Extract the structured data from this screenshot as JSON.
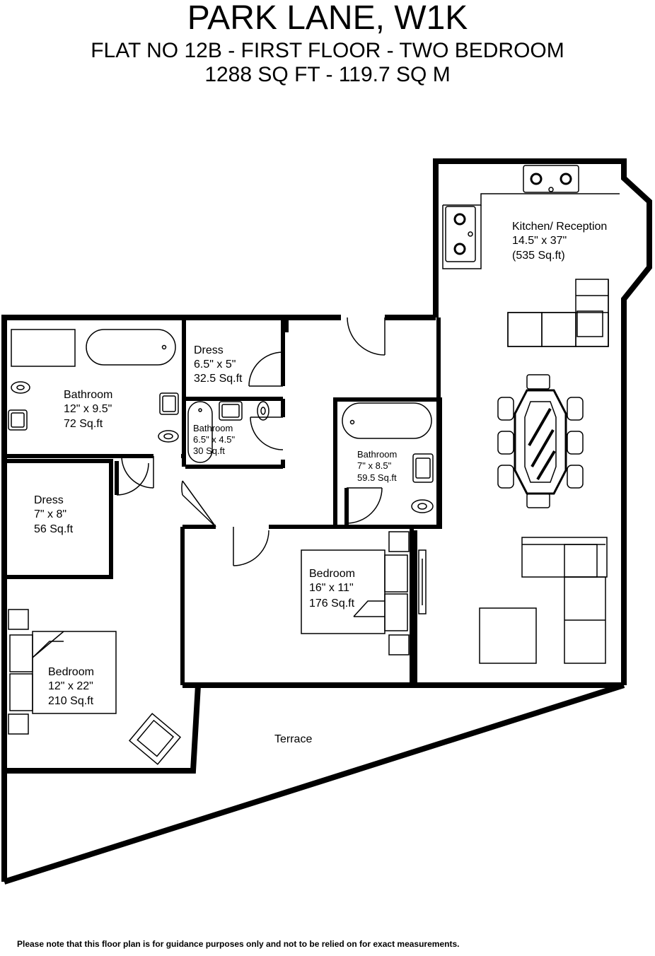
{
  "header": {
    "title": "PARK LANE, W1K",
    "subtitle": "FLAT NO 12B - FIRST FLOOR - TWO BEDROOM",
    "area": "1288 SQ FT - 119.7 SQ M"
  },
  "rooms": {
    "kitchen": {
      "name": "Kitchen/ Reception",
      "dims": "14.5\" x 37\"",
      "area": "(535 Sq.ft)"
    },
    "bathroom1": {
      "name": "Bathroom",
      "dims": "12\" x 9.5\"",
      "area": "72 Sq.ft"
    },
    "dress1": {
      "name": "Dress",
      "dims": "6.5\" x 5\"",
      "area": "32.5 Sq.ft"
    },
    "bathroom2": {
      "name": "Bathroom",
      "dims": "6.5\" x 4.5\"",
      "area": "30 Sq.ft"
    },
    "bathroom3": {
      "name": "Bathroom",
      "dims": "7\" x 8.5\"",
      "area": "59.5 Sq.ft"
    },
    "dress2": {
      "name": "Dress",
      "dims": "7\" x 8\"",
      "area": "56 Sq.ft"
    },
    "bedroom1": {
      "name": "Bedroom",
      "dims": "16\" x 11\"",
      "area": "176 Sq.ft"
    },
    "bedroom2": {
      "name": "Bedroom",
      "dims": "12\" x 22\"",
      "area": "210 Sq.ft"
    },
    "terrace": {
      "name": "Terrace"
    }
  },
  "disclaimer": "Please note that this floor plan is for guidance purposes only and not to be relied on for exact measurements."
}
